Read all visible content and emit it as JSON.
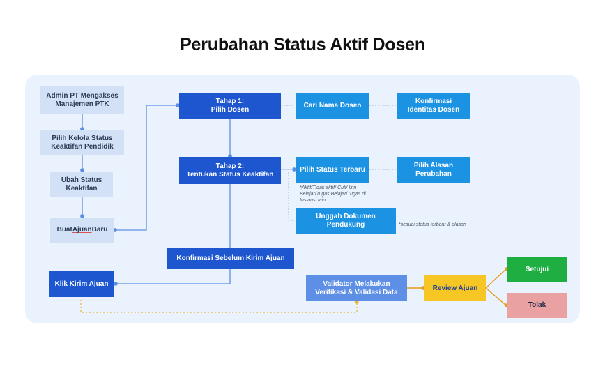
{
  "title": "Perubahan Status Aktif Dosen",
  "colors": {
    "panel": "#eaf2fd",
    "light_step": "#d3e1f6",
    "primary_dark": "#1d56cf",
    "primary_mid": "#1c92e3",
    "validator": "#5e8fe6",
    "review": "#f6c624",
    "approve": "#1fae42",
    "reject": "#eaa1a1",
    "connector": "#5b8ee6",
    "review_connector": "#e59b1c"
  },
  "nodes": {
    "admin": "Admin PT Mengakses\nManajemen PTK",
    "kelola": "Pilih Kelola Status\nKeaktifan Pendidik",
    "ubah": "Ubah Status\nKeaktifan",
    "buat_prefix": "Buat ",
    "buat_underlined": "Ajuan",
    "buat_suffix": " Baru",
    "tahap1": "Tahap 1:\nPilih Dosen",
    "cari": "Cari Nama Dosen",
    "konfirmasi_identitas": "Konfirmasi\nIdentitas Dosen",
    "tahap2": "Tahap 2:\nTentukan Status Keaktifan",
    "pilih_status": "Pilih Status Terbaru",
    "pilih_alasan": "Pilih Alasan\nPerubahan",
    "unggah": "Unggah Dokumen\nPendukung",
    "konfirmasi_kirim": "Konfirmasi Sebelum Kirim Ajuan",
    "klik_kirim": "Klik Kirim Ajuan",
    "validator": "Validator Melakukan\nVerifikasi & Validasi Data",
    "review": "Review Ajuan",
    "setujui": "Setujui",
    "tolak": "Tolak"
  },
  "notes": {
    "status_options": "*Aktif/Tidak aktif/ Cuti/ Izin\nBelajar/Tugas Belajar/Tugas di\nInstansi lain",
    "dokumen": "*sesuai status terbaru & alasan"
  }
}
